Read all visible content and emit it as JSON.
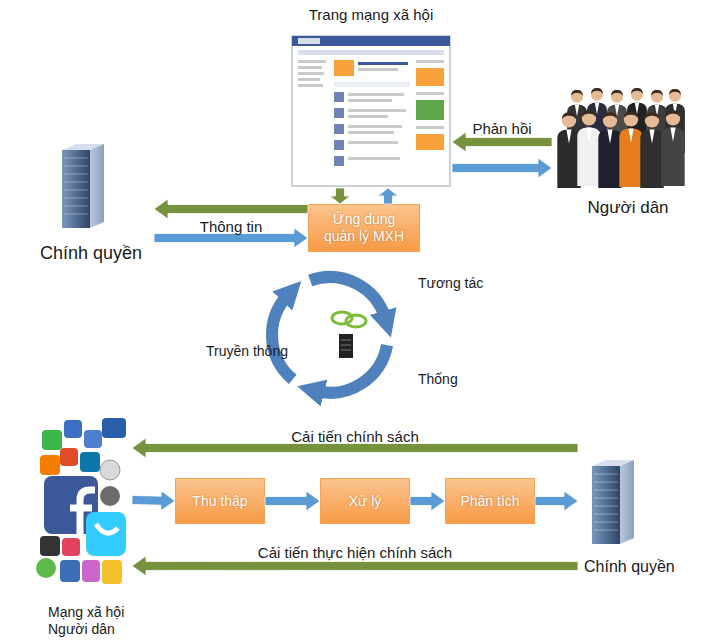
{
  "diagram": {
    "nodes": [
      {
        "text": [
          "Trang mạng xã hội"
        ]
      },
      {
        "text": [
          "Chính quyền"
        ]
      },
      {
        "text": [
          "Người dân"
        ]
      },
      {
        "text": [
          "Ứng dụng quản lý MXH"
        ]
      },
      {
        "text": [
          "Mạng xã hội Người dân"
        ]
      },
      {
        "text": [
          "Thu thập"
        ]
      },
      {
        "text": [
          "Xử lý"
        ]
      },
      {
        "text": [
          "Phân tích"
        ]
      },
      {
        "text": [
          "Chính quyền"
        ]
      }
    ],
    "edges": [
      {
        "from": 3,
        "to": 1,
        "arrow": "to"
      },
      {
        "from": 1,
        "to": 3,
        "label": "Thông tin",
        "arrow": "to"
      },
      {
        "from": 2,
        "to": 0,
        "label": "Phản hồi",
        "arrow": "to"
      },
      {
        "from": 0,
        "to": 2,
        "arrow": "to"
      },
      {
        "from": 0,
        "to": 3,
        "arrow": "to"
      },
      {
        "from": 3,
        "to": 0,
        "arrow": "to"
      },
      {
        "from": 4,
        "to": 5,
        "arrow": "to"
      },
      {
        "from": 5,
        "to": 6,
        "arrow": "to"
      },
      {
        "from": 6,
        "to": 7,
        "arrow": "to"
      },
      {
        "from": 7,
        "to": 8,
        "arrow": "to"
      },
      {
        "from": 8,
        "to": 4,
        "label": "Cải tiến chính sách",
        "arrow": "to"
      },
      {
        "from": 8,
        "to": 4,
        "label": "Cải tiến thực hiện chính sách",
        "arrow": "to"
      }
    ],
    "labels": [
      "Tương tác",
      "Truyền thông",
      "Thống"
    ]
  }
}
